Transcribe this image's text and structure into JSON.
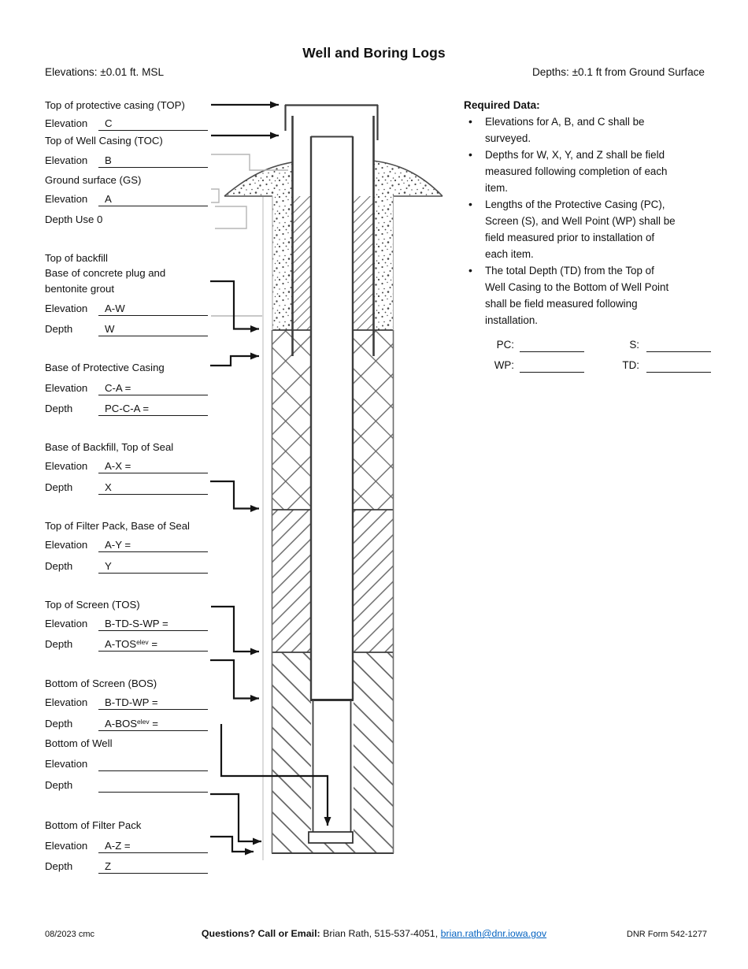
{
  "header": {
    "title": "Well and Boring Logs",
    "left_note": "Elevations: ±0.01 ft. MSL",
    "right_note": "Depths: ±0.1 ft from Ground Surface"
  },
  "labels": {
    "elevation": "Elevation",
    "depth": "Depth"
  },
  "annotations": {
    "top_protective_casing": "Top of protective casing (TOP)",
    "top_well_casing": "Top of Well Casing (TOC)",
    "ground_surface": "Ground surface (GS)",
    "depth_use_zero": "Depth Use 0",
    "top_backfill": "Top of backfill",
    "base_concrete_plug_line1": "Base of concrete plug and",
    "base_concrete_plug_line2": "bentonite grout",
    "base_protective_casing": "Base of Protective Casing",
    "base_backfill_top_seal": "Base of Backfill, Top of Seal",
    "top_filter_pack_base_seal": "Top of Filter Pack, Base of Seal",
    "top_of_screen": "Top of Screen (TOS)",
    "bottom_of_screen": "Bottom of Screen (BOS)",
    "bottom_of_well": "Bottom of Well",
    "bottom_of_filter_pack": "Bottom of Filter Pack"
  },
  "values": {
    "elev_c": "C",
    "elev_b": "B",
    "elev_a": "A",
    "elev_aw": "A-W",
    "depth_w": "W",
    "elev_ca": "C-A =",
    "depth_pcca": "PC-C-A =",
    "elev_ax": "A-X =",
    "depth_x": "X",
    "elev_ay": "A-Y =",
    "depth_y": "Y",
    "elev_tos": "B-TD-S-WP =",
    "depth_tos_base": "A-TOS",
    "depth_tos_sup": "elev",
    "depth_tos_tail": " =",
    "elev_bos": "B-TD-WP =",
    "depth_bos_base": "A-BOS",
    "depth_bos_sup": "elev",
    "depth_bos_tail": " =",
    "elev_bottom_well": "",
    "depth_bottom_well": "",
    "elev_az": "A-Z =",
    "depth_z": "Z"
  },
  "required_data": {
    "heading": "Required Data:",
    "items": [
      "Elevations for A, B, and C shall be\nsurveyed.",
      "Depths for W, X, Y, and Z shall be field\nmeasured following completion of each\nitem.",
      "Lengths of the Protective Casing (PC),\nScreen (S), and Well Point (WP) shall be\nfield measured prior to installation of\neach item.",
      "The total Depth (TD) from the Top of\nWell Casing to the Bottom of Well Point\nshall be field measured following\ninstallation."
    ],
    "measure_fields": {
      "pc": "PC:",
      "s": "S:",
      "wp": "WP:",
      "td": "TD:"
    }
  },
  "footer": {
    "revision": "08/2023 cmc",
    "center_bold": "Questions? Call or Email:",
    "center_text": " Brian Rath, 515-537-4051, ",
    "email": "brian.rath@dnr.iowa.gov",
    "form_number": "DNR Form 542-1277",
    "link_color": "#0563c1"
  }
}
